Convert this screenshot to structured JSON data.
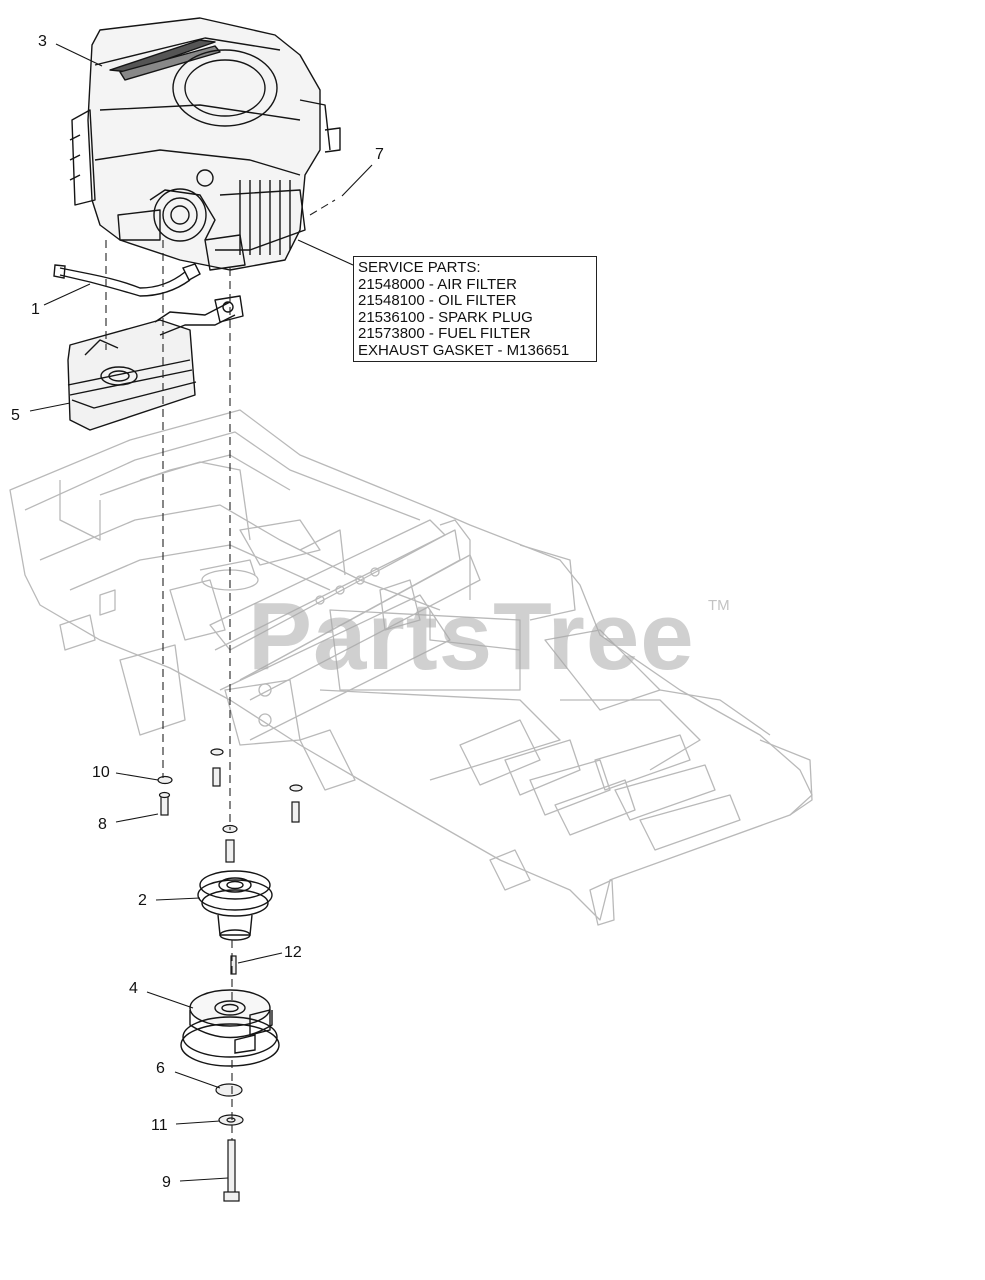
{
  "callouts": [
    {
      "id": "3",
      "label": "3"
    },
    {
      "id": "7",
      "label": "7"
    },
    {
      "id": "1",
      "label": "1"
    },
    {
      "id": "5",
      "label": "5"
    },
    {
      "id": "10",
      "label": "10"
    },
    {
      "id": "8",
      "label": "8"
    },
    {
      "id": "2",
      "label": "2"
    },
    {
      "id": "12",
      "label": "12"
    },
    {
      "id": "4",
      "label": "4"
    },
    {
      "id": "6",
      "label": "6"
    },
    {
      "id": "11",
      "label": "11"
    },
    {
      "id": "9",
      "label": "9"
    }
  ],
  "service_parts": {
    "title": "SERVICE PARTS:",
    "lines": [
      "21548000 - AIR FILTER",
      "21548100 - OIL FILTER",
      "21536100 - SPARK PLUG",
      "21573800 - FUEL FILTER",
      "EXHAUST GASKET - M136651"
    ]
  },
  "watermark": {
    "text": "PartsTree",
    "trademark": "TM"
  }
}
